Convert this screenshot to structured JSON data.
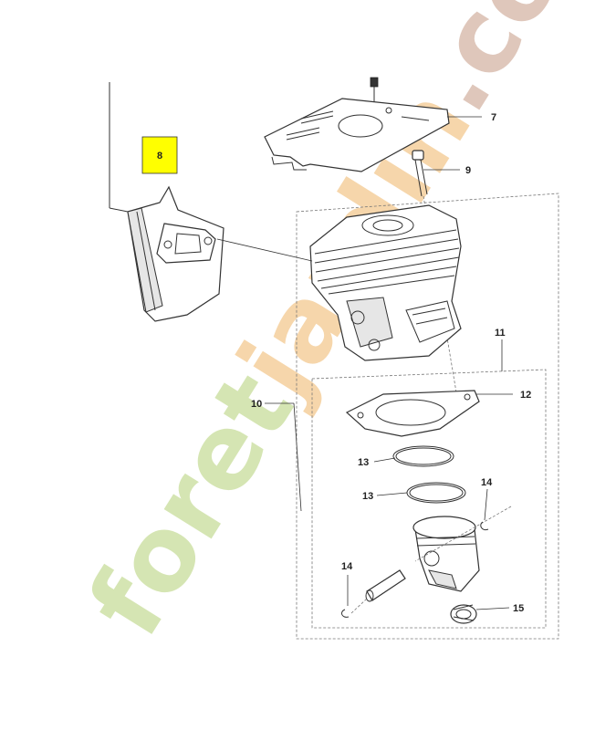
{
  "diagram": {
    "callouts": {
      "c7": "7",
      "c8": "8",
      "c9": "9",
      "c10": "10",
      "c11": "11",
      "c12": "12",
      "c13a": "13",
      "c13b": "13",
      "c14a": "14",
      "c14b": "14",
      "c15": "15"
    },
    "highlight_color": "#ffff00",
    "watermark": {
      "text": "foretjardin.com",
      "colors": {
        "foret": "#c8dd9a",
        "jardin": "#f3c98f",
        "com": "#d5b5a5"
      }
    }
  }
}
